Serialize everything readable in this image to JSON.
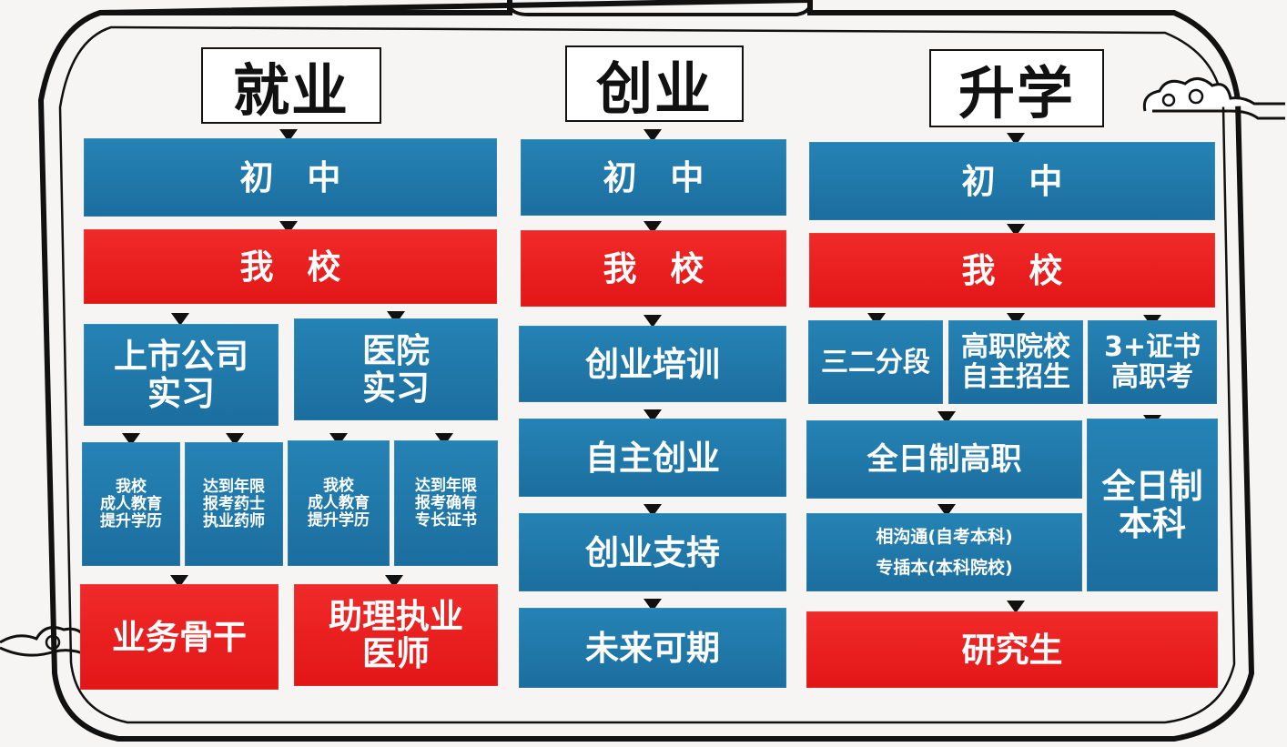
{
  "colors": {
    "blue": "#1b6e9f",
    "red": "#e31616",
    "frame": "#111111",
    "background": "#f7f5f3"
  },
  "decorations": [
    "cloud-ornament-top-right",
    "cloud-ornament-bottom-left"
  ],
  "columns": {
    "employment": {
      "title": "就业",
      "level1": "初 中",
      "level2": "我 校",
      "branch_a": "上市公司\n实习",
      "branch_b": "医院\n实习",
      "sub_a1": "我校\n成人教育\n提升学历",
      "sub_a2": "达到年限\n报考药士\n执业药师",
      "sub_b1": "我校\n成人教育\n提升学历",
      "sub_b2": "达到年限\n报考确有\n专长证书",
      "result_a": "业务骨干",
      "result_b": "助理执业\n医师"
    },
    "entrepreneurship": {
      "title": "创业",
      "level1": "初 中",
      "level2": "我 校",
      "step1": "创业培训",
      "step2": "自主创业",
      "step3": "创业支持",
      "step4": "未来可期"
    },
    "further_study": {
      "title": "升学",
      "level1": "初 中",
      "level2": "我 校",
      "option1": "三二分段",
      "option2": "高职院校\n自主招生",
      "option3": "3+证书\n高职考",
      "fulltime_vocational": "全日制高职",
      "fulltime_undergrad": "全日制\n本科",
      "bridge": "相沟通(自考本科)\n专插本(本科院校)",
      "graduate": "研究生"
    }
  }
}
